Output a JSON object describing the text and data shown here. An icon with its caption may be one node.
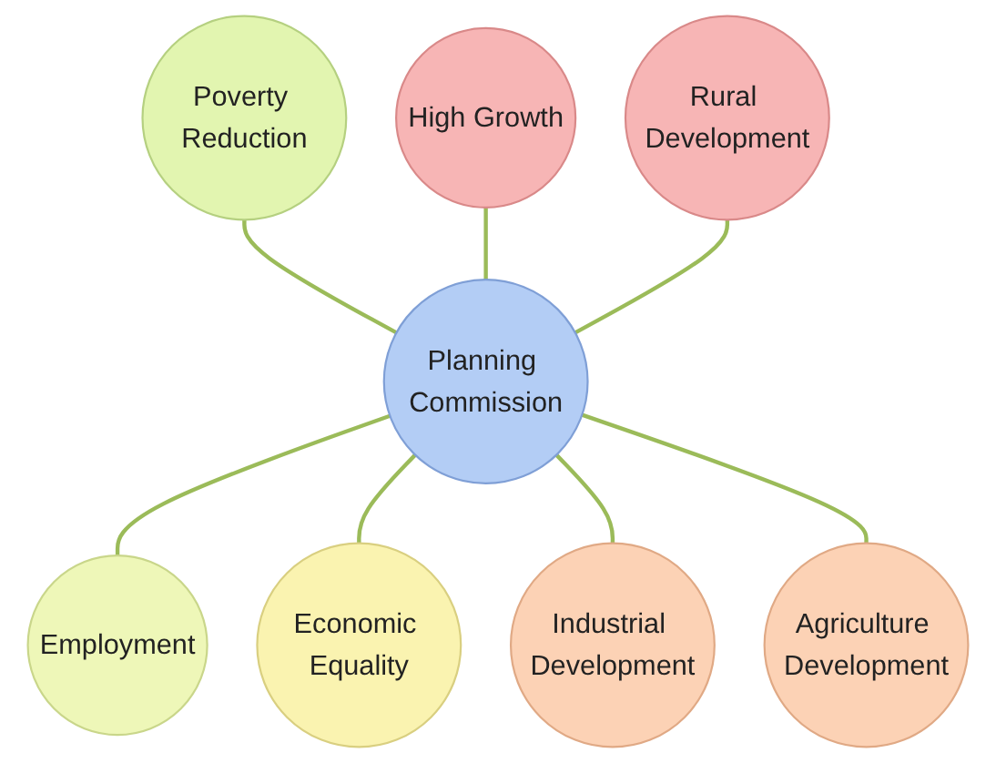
{
  "diagram": {
    "nodes": [
      {
        "text": [
          "Planning Commission"
        ]
      },
      {
        "text": [
          "High Growth"
        ]
      },
      {
        "text": [
          "Rural Development"
        ]
      },
      {
        "text": [
          "Agriculture Development"
        ]
      },
      {
        "text": [
          "Industrial Development"
        ]
      },
      {
        "text": [
          "Economic Equality"
        ]
      },
      {
        "text": [
          "Employment"
        ]
      },
      {
        "text": [
          "Poverty Reduction"
        ]
      }
    ],
    "edges": [
      {
        "from": 7,
        "to": 0,
        "arrow": "none"
      },
      {
        "from": 1,
        "to": 0,
        "arrow": "none"
      },
      {
        "from": 2,
        "to": 0,
        "arrow": "none"
      },
      {
        "from": 0,
        "to": 6,
        "arrow": "none"
      },
      {
        "from": 0,
        "to": 5,
        "arrow": "none"
      },
      {
        "from": 0,
        "to": 4,
        "arrow": "none"
      },
      {
        "from": 0,
        "to": 3,
        "arrow": "none"
      }
    ]
  }
}
